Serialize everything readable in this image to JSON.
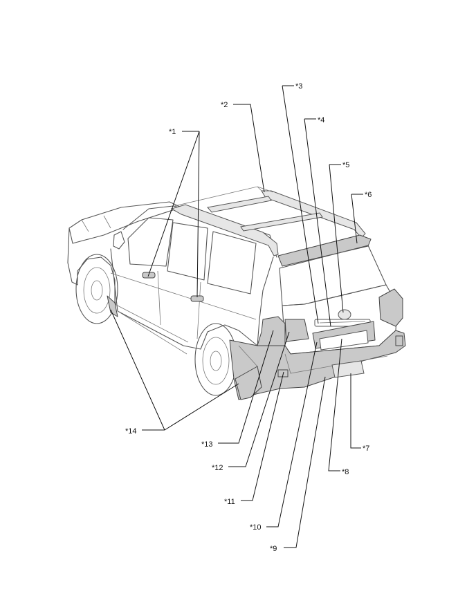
{
  "callouts": [
    {
      "id": "c1",
      "label": "*1"
    },
    {
      "id": "c2",
      "label": "*2"
    },
    {
      "id": "c3",
      "label": "*3"
    },
    {
      "id": "c4",
      "label": "*4"
    },
    {
      "id": "c5",
      "label": "*5"
    },
    {
      "id": "c6",
      "label": "*6"
    },
    {
      "id": "c7",
      "label": "*7"
    },
    {
      "id": "c8",
      "label": "*8"
    },
    {
      "id": "c9",
      "label": "*9"
    },
    {
      "id": "c10",
      "label": "*10"
    },
    {
      "id": "c11",
      "label": "*11"
    },
    {
      "id": "c12",
      "label": "*12"
    },
    {
      "id": "c13",
      "label": "*13"
    },
    {
      "id": "c14",
      "label": "*14"
    }
  ]
}
